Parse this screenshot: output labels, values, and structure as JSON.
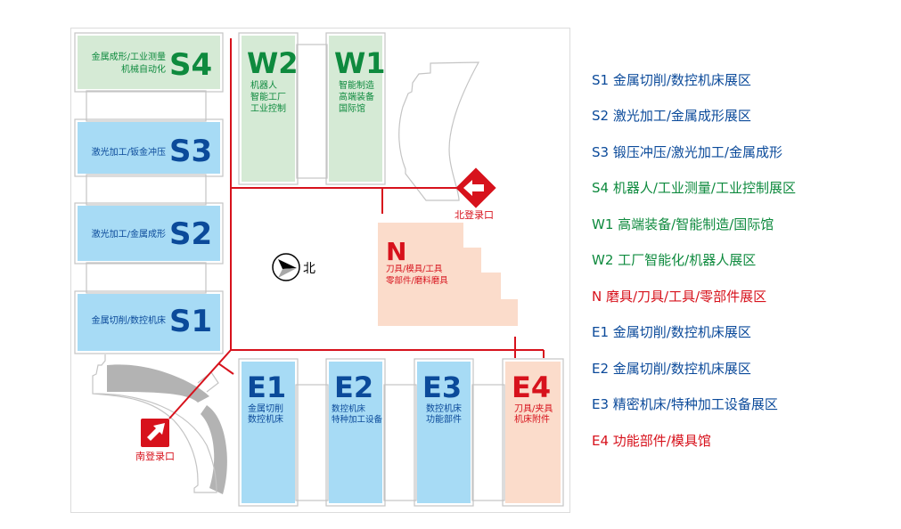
{
  "colors": {
    "blue_fill": "#a7dbf5",
    "blue_text": "#0b4a9a",
    "green_fill": "#d5ead5",
    "green_text": "#0e8a3e",
    "peach_fill": "#fbdccb",
    "red": "#d7121c",
    "outline": "#c4c4c4",
    "gray_fill": "#b3b3b3"
  },
  "halls": {
    "S4": {
      "code": "S4",
      "lines": [
        "金属成形/工业测量",
        "机械自动化"
      ],
      "color": "green"
    },
    "S3": {
      "code": "S3",
      "lines": [
        "激光加工/钣金冲压"
      ],
      "color": "blue"
    },
    "S2": {
      "code": "S2",
      "lines": [
        "激光加工/金属成形"
      ],
      "color": "blue"
    },
    "S1": {
      "code": "S1",
      "lines": [
        "金属切削/数控机床"
      ],
      "color": "blue"
    },
    "W2": {
      "code": "W2",
      "lines": [
        "机器人",
        "智能工厂",
        "工业控制"
      ],
      "color": "green"
    },
    "W1": {
      "code": "W1",
      "lines": [
        "智能制造",
        "高端装备",
        "国际馆"
      ],
      "color": "green"
    },
    "N": {
      "code": "N",
      "lines": [
        "刀具/模具/工具",
        "零部件/磨料磨具"
      ],
      "color": "red"
    },
    "E1": {
      "code": "E1",
      "lines": [
        "金属切削",
        "数控机床"
      ],
      "color": "blue"
    },
    "E2": {
      "code": "E2",
      "lines": [
        "数控机床",
        "特种加工设备"
      ],
      "color": "blue"
    },
    "E3": {
      "code": "E3",
      "lines": [
        "数控机床",
        "功能部件"
      ],
      "color": "blue"
    },
    "E4": {
      "code": "E4",
      "lines": [
        "刀具/夹具",
        "机床附件"
      ],
      "color": "red"
    }
  },
  "entrances": {
    "north": "北登录口",
    "south": "南登录口"
  },
  "compass": {
    "label": "北"
  },
  "legend": [
    {
      "text": "S1 金属切削/数控机床展区",
      "color": "blue"
    },
    {
      "text": "S2 激光加工/金属成形展区",
      "color": "blue"
    },
    {
      "text": "S3 锻压冲压/激光加工/金属成形",
      "color": "blue"
    },
    {
      "text": "S4 机器人/工业测量/工业控制展区",
      "color": "green"
    },
    {
      "text": "W1 高端装备/智能制造/国际馆",
      "color": "green"
    },
    {
      "text": "W2 工厂智能化/机器人展区",
      "color": "green"
    },
    {
      "text": "N 磨具/刀具/工具/零部件展区",
      "color": "red"
    },
    {
      "text": "E1 金属切削/数控机床展区",
      "color": "blue"
    },
    {
      "text": "E2 金属切削/数控机床展区",
      "color": "blue"
    },
    {
      "text": "E3 精密机床/特种加工设备展区",
      "color": "blue"
    },
    {
      "text": "E4 功能部件/模具馆",
      "color": "red"
    }
  ]
}
